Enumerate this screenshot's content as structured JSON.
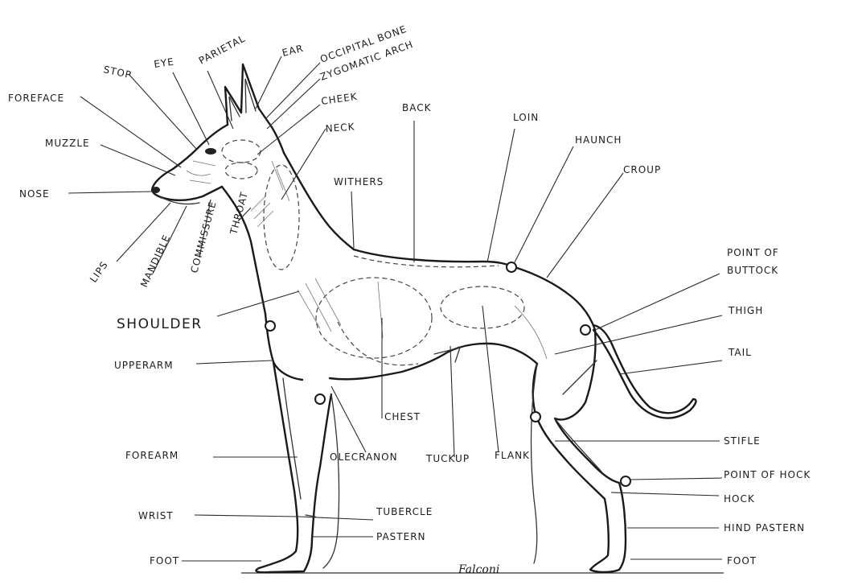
{
  "diagram": {
    "labels": {
      "foreface": "FOREFACE",
      "stop": "STOP",
      "eye": "EYE",
      "parietal": "PARIETAL",
      "ear": "EAR",
      "occipital_bone": "OCCIPITAL BONE",
      "zygomatic_arch": "ZYGOMATIC ARCH",
      "cheek": "CHEEK",
      "neck": "NECK",
      "muzzle": "MUZZLE",
      "nose": "NOSE",
      "lips": "LIPS",
      "mandible": "MANDIBLE",
      "commissure": "COMMISSURE",
      "throat": "THROAT",
      "withers": "WITHERS",
      "back": "BACK",
      "loin": "LOIN",
      "haunch": "HAUNCH",
      "croup": "CROUP",
      "point_of_buttock_1": "POINT OF",
      "point_of_buttock_2": "BUTTOCK",
      "thigh": "THIGH",
      "tail": "TAIL",
      "shoulder": "SHOULDER",
      "upperarm": "UPPERARM",
      "chest": "CHEST",
      "forearm": "FOREARM",
      "olecranon": "OLECRANON",
      "tuckup": "TUCKUP",
      "flank": "FLANK",
      "stifle": "STIFLE",
      "point_of_hock": "POINT OF HOCK",
      "hock": "HOCK",
      "hind_pastern": "HIND PASTERN",
      "wrist": "WRIST",
      "tubercle": "TUBERCLE",
      "pastern": "PASTERN",
      "foot_front": "FOOT",
      "foot_rear": "FOOT"
    },
    "signature": "Falconi"
  }
}
